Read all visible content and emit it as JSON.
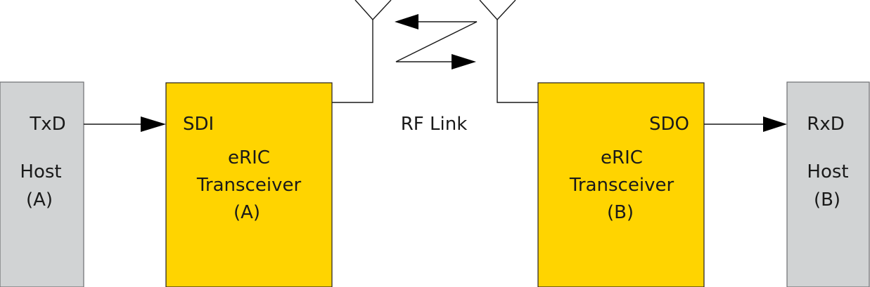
{
  "host_a": {
    "port_label": "TxD",
    "name_line1": "Host",
    "name_line2": "(A)",
    "fill_color": "#d1d3d4",
    "border_color": "#6d6e71"
  },
  "transceiver_a": {
    "port_label": "SDI",
    "name_line1": "eRIC",
    "name_line2": "Transceiver",
    "name_line3": "(A)",
    "fill_color": "#ffd400",
    "border_color": "#231f20"
  },
  "rf_link": {
    "label": "RF Link"
  },
  "transceiver_b": {
    "port_label": "SDO",
    "name_line1": "eRIC",
    "name_line2": "Transceiver",
    "name_line3": "(B)",
    "fill_color": "#ffd400",
    "border_color": "#231f20"
  },
  "host_b": {
    "port_label": "RxD",
    "name_line1": "Host",
    "name_line2": "(B)",
    "fill_color": "#d1d3d4",
    "border_color": "#6d6e71"
  },
  "line_color": "#1a1a1a"
}
